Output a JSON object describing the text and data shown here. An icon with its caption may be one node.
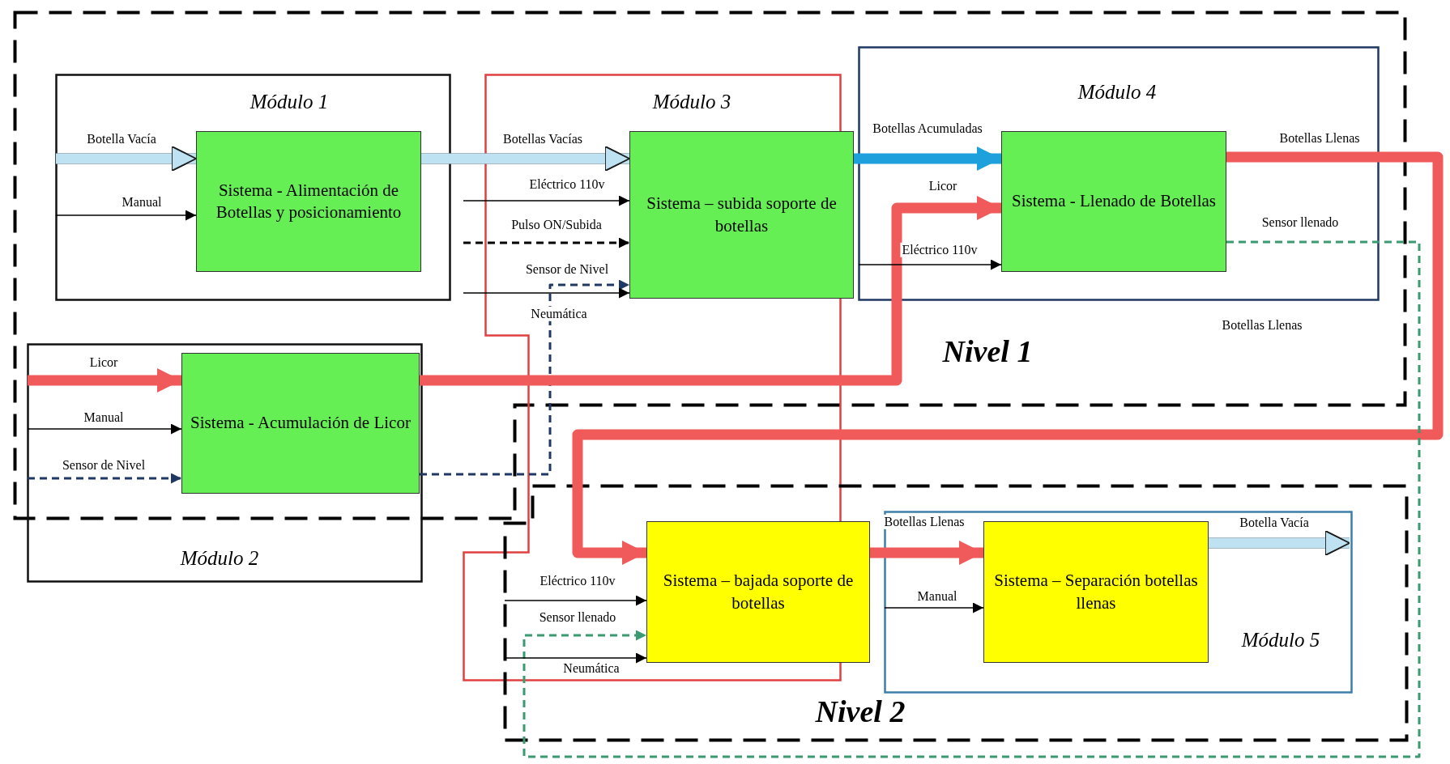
{
  "diagram": {
    "nodes": [
      {
        "text": [
          "Nivel 1"
        ]
      },
      {
        "text": [
          "Módulo 1"
        ],
        "in": 0
      },
      {
        "text": [
          "Sistema - Alimentación de Botellas y posicionamiento"
        ],
        "in": 1
      },
      {
        "text": [
          "Módulo 2"
        ]
      },
      {
        "text": [
          "Sistema - Acumulación de Licor"
        ]
      },
      {
        "text": [
          "Módulo 3"
        ]
      },
      {
        "text": [
          "Sistema – subida soporte de botellas"
        ],
        "in": 5
      },
      {
        "text": [
          "Módulo 4"
        ],
        "in": 0
      },
      {
        "text": [
          "Sistema - Llenado de Botellas"
        ],
        "in": 7
      },
      {
        "text": [
          "Nivel 2"
        ]
      },
      {
        "text": [
          "Sistema – bajada soporte de botellas"
        ],
        "in": 9
      },
      {
        "text": [
          "Módulo 5"
        ],
        "in": 9
      },
      {
        "text": [
          "Sistema – Separación botellas llenas"
        ],
        "in": 11
      }
    ],
    "edges": [
      {
        "from": 1,
        "to": 2,
        "arrow": "to",
        "label": "Botella Vacía",
        "style": "thick",
        "color": "#bfe2f2"
      },
      {
        "from": 1,
        "to": 2,
        "arrow": "to",
        "label": "Manual",
        "color": "#000000"
      },
      {
        "from": 2,
        "to": 6,
        "arrow": "to",
        "label": "Botellas Vacías",
        "style": "thick",
        "color": "#bfe2f2"
      },
      {
        "from": 5,
        "to": 6,
        "arrow": "to",
        "label": "Eléctrico 110v",
        "color": "#000000"
      },
      {
        "from": 5,
        "to": 6,
        "arrow": "to",
        "label": "Pulso ON/Subida",
        "style": "dashed",
        "color": "#000000"
      },
      {
        "from": 4,
        "to": 6,
        "arrow": "to",
        "label": "Sensor de Nivel",
        "style": "dashed",
        "color": "#1f3864"
      },
      {
        "from": 5,
        "to": 6,
        "arrow": "to",
        "label": "Neumática",
        "color": "#000000"
      },
      {
        "from": 3,
        "to": 4,
        "arrow": "to",
        "label": "Licor",
        "style": "thick",
        "color": "#f05a5a"
      },
      {
        "from": 3,
        "to": 4,
        "arrow": "to",
        "label": "Manual",
        "color": "#000000"
      },
      {
        "from": 3,
        "to": 4,
        "arrow": "to",
        "label": "Sensor de Nivel",
        "style": "dashed",
        "color": "#1f3864"
      },
      {
        "from": 4,
        "to": 8,
        "arrow": "to",
        "label": "Licor",
        "style": "thick",
        "color": "#f05a5a"
      },
      {
        "from": 6,
        "to": 8,
        "arrow": "to",
        "label": "Botellas Acumuladas",
        "style": "thick",
        "color": "#1ea0dc"
      },
      {
        "from": 7,
        "to": 8,
        "arrow": "to",
        "label": "Eléctrico 110v",
        "color": "#000000"
      },
      {
        "from": 8,
        "to": 10,
        "arrow": "to",
        "label": "Botellas Llenas",
        "style": "thick",
        "color": "#f05a5a"
      },
      {
        "from": 8,
        "to": 10,
        "arrow": "to",
        "label": "Sensor llenado",
        "style": "dashed",
        "color": "#3a9a70"
      },
      {
        "from": 9,
        "to": 10,
        "arrow": "to",
        "label": "Eléctrico 110v",
        "color": "#000000"
      },
      {
        "from": 9,
        "to": 10,
        "arrow": "to",
        "label": "Neumática",
        "color": "#000000"
      },
      {
        "from": 10,
        "to": 12,
        "arrow": "to",
        "label": "Botellas Llenas",
        "style": "thick",
        "color": "#f05a5a"
      },
      {
        "from": 11,
        "to": 12,
        "arrow": "to",
        "label": "Manual",
        "color": "#000000"
      },
      {
        "from": 12,
        "to": 11,
        "arrow": "to",
        "label": "Botella Vacía",
        "style": "thick",
        "color": "#bfe2f2"
      }
    ],
    "labels": [
      "Botellas Llenas",
      "Sensor llenado"
    ]
  }
}
